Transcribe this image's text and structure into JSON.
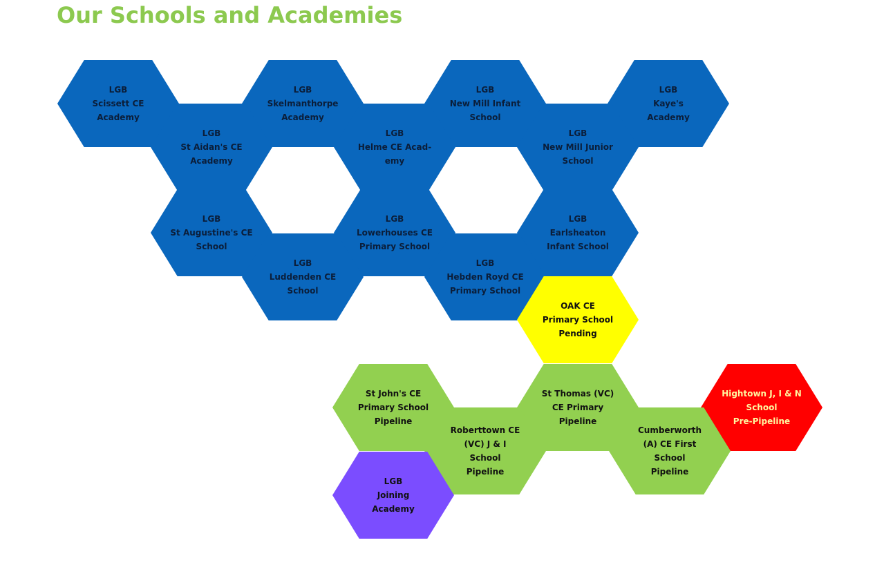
{
  "title": "Our Schools and Academies",
  "colors": {
    "title": "#8cc94f",
    "lgb": "#0a67bd",
    "pending": "#ffff00",
    "pipeline": "#92d050",
    "pre_pipeline": "#ff0000",
    "joining": "#7b4dff",
    "text_on_blue": "#0b1e3a",
    "text_on_light": "#111111",
    "text_on_red": "#fff6a0"
  },
  "hexes": [
    {
      "id": "scissett",
      "status": "lgb",
      "lines": [
        "LGB",
        "Scissett CE",
        "Academy"
      ]
    },
    {
      "id": "skelmanthorpe",
      "status": "lgb",
      "lines": [
        "LGB",
        "Skelmanthorpe",
        "Academy"
      ]
    },
    {
      "id": "new-mill-infant",
      "status": "lgb",
      "lines": [
        "LGB",
        "New Mill Infant",
        "School"
      ]
    },
    {
      "id": "kayes",
      "status": "lgb",
      "lines": [
        "LGB",
        "Kaye's",
        "Academy"
      ]
    },
    {
      "id": "st-aidans",
      "status": "lgb",
      "lines": [
        "LGB",
        "St Aidan's CE",
        "Academy"
      ]
    },
    {
      "id": "helme",
      "status": "lgb",
      "lines": [
        "LGB",
        "Helme CE Acad-",
        "emy"
      ]
    },
    {
      "id": "new-mill-junior",
      "status": "lgb",
      "lines": [
        "LGB",
        "New Mill Junior",
        "School"
      ]
    },
    {
      "id": "st-augustines",
      "status": "lgb",
      "lines": [
        "LGB",
        "St Augustine's CE",
        "School"
      ]
    },
    {
      "id": "lowerhouses",
      "status": "lgb",
      "lines": [
        "LGB",
        "Lowerhouses CE",
        "Primary School"
      ]
    },
    {
      "id": "earlsheaton",
      "status": "lgb",
      "lines": [
        "LGB",
        "Earlsheaton",
        "Infant School"
      ]
    },
    {
      "id": "luddenden",
      "status": "lgb",
      "lines": [
        "LGB",
        "Luddenden CE",
        "School"
      ]
    },
    {
      "id": "hebden-royd",
      "status": "lgb",
      "lines": [
        "LGB",
        "Hebden Royd CE",
        "Primary School"
      ]
    },
    {
      "id": "oak",
      "status": "pending",
      "lines": [
        "OAK CE",
        "Primary School",
        "Pending"
      ]
    },
    {
      "id": "st-johns",
      "status": "pipeline",
      "lines": [
        "St John's CE",
        "Primary School",
        "Pipeline"
      ]
    },
    {
      "id": "st-thomas",
      "status": "pipeline",
      "lines": [
        "St Thomas (VC)",
        "CE Primary",
        "Pipeline"
      ]
    },
    {
      "id": "hightown",
      "status": "pre_pipeline",
      "lines": [
        "Hightown J, I & N",
        "School",
        "Pre-Pipeline"
      ]
    },
    {
      "id": "roberttown",
      "status": "pipeline",
      "lines": [
        "Roberttown CE",
        "(VC) J & I",
        "School",
        "Pipeline"
      ]
    },
    {
      "id": "cumberworth",
      "status": "pipeline",
      "lines": [
        "Cumberworth",
        "(A) CE First",
        "School",
        "Pipeline"
      ]
    },
    {
      "id": "joining",
      "status": "joining",
      "lines": [
        "LGB",
        "Joining",
        "Academy"
      ]
    }
  ]
}
